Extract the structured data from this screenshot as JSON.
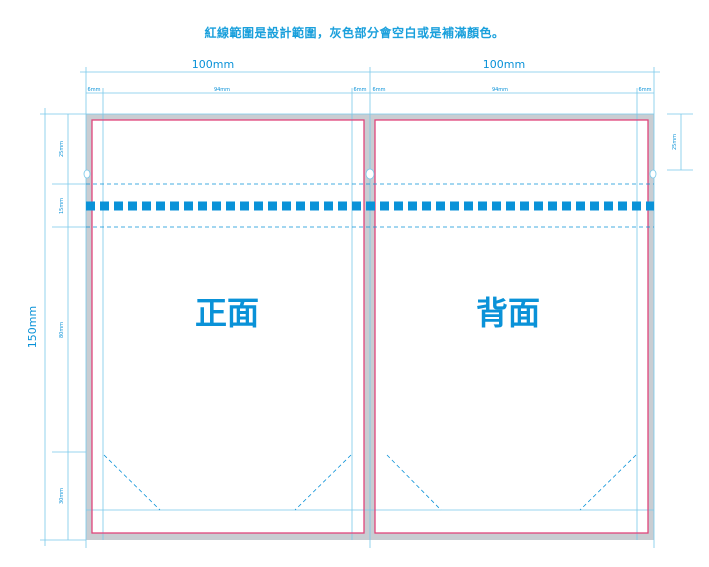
{
  "caption": "紅線範圍是設計範圍，灰色部分會空白或是補滿顏色。",
  "colors": {
    "bleed_gray": "#c9cdd2",
    "design_red": "#e0457b",
    "guide_blue": "#78c8ea",
    "accent_blue": "#0a92d8"
  },
  "dimensions": {
    "panel_width": "100mm",
    "height": "150mm",
    "margin": "6mm",
    "inner_width": "94mm",
    "seg_top": "25mm",
    "seg_tear": "15mm",
    "seg_body": "80mm",
    "seg_bottom": "30mm",
    "right_marker": "25mm"
  },
  "panels": {
    "front_label": "正面",
    "back_label": "背面"
  }
}
